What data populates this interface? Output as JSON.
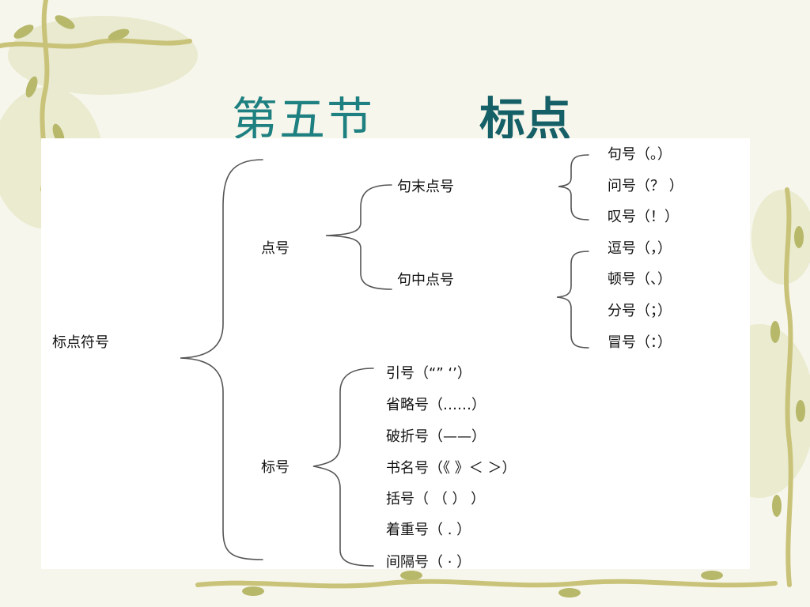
{
  "title": {
    "main": "第五节",
    "sub": "标点"
  },
  "tree": {
    "root": "标点符号",
    "dianhao": {
      "label": "点号",
      "juomo": {
        "label": "句末点号",
        "items": [
          "句号（。）",
          "问号（？ ）",
          "叹号（！）"
        ]
      },
      "juzhong": {
        "label": "句中点号",
        "items": [
          "逗号（，）",
          "顿号（、）",
          "分号（；）",
          "冒号（：）"
        ]
      }
    },
    "biaohao": {
      "label": "标号",
      "items": [
        "引号（“” ‘’）",
        "省略号（……）",
        "破折号（——）",
        "书名号（《 》＜ ＞）",
        "括号（ （ ） ）",
        "着重号（ . ）",
        "间隔号（ · ）"
      ]
    }
  }
}
